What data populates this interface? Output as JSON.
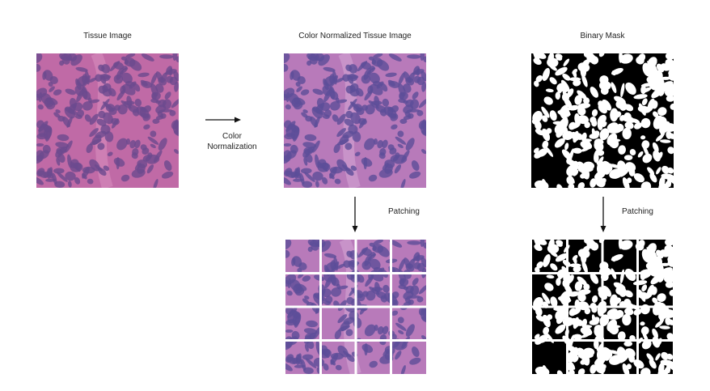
{
  "titles": {
    "tissue": "Tissue Image",
    "normalized": "Color Normalized Tissue Image",
    "mask": "Binary Mask"
  },
  "arrows": {
    "color_norm_line1": "Color",
    "color_norm_line2": "Normalization",
    "patching_left": "Patching",
    "patching_right": "Patching"
  },
  "colors": {
    "tissue_bg": "#c06aa6",
    "tissue_nuclei": "#6b4a8f",
    "normalized_bg": "#b87aba",
    "normalized_nuclei": "#5c4e98",
    "mask_bg": "#000000",
    "mask_fg": "#ffffff"
  }
}
